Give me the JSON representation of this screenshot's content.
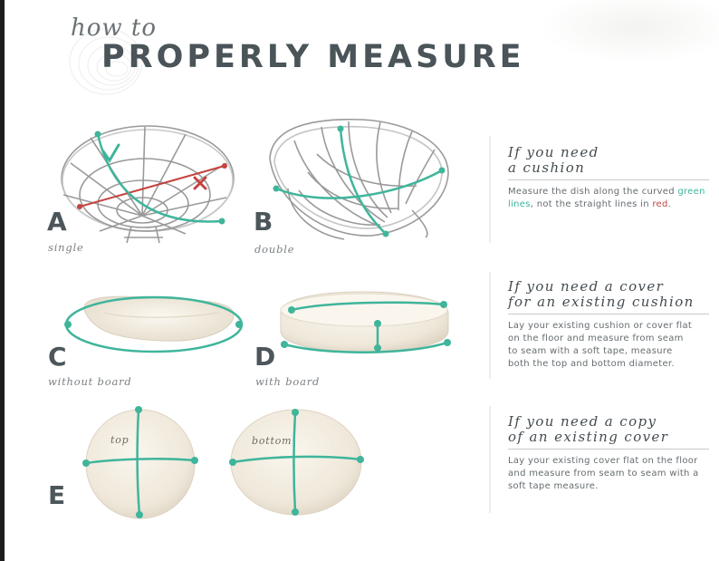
{
  "header": {
    "title_small": "how to",
    "title_big": "PROPERLY MEASURE"
  },
  "figures": [
    {
      "letter": "A",
      "label": "single"
    },
    {
      "letter": "B",
      "label": "double"
    },
    {
      "letter": "C",
      "label": "without board"
    },
    {
      "letter": "D",
      "label": "with board"
    },
    {
      "letter": "E",
      "label_top": "top",
      "label_bottom": "bottom"
    }
  ],
  "instructions": [
    {
      "heading": [
        "If you need",
        "a cushion"
      ],
      "text_before": "Measure the dish along the curved ",
      "text_green": "green lines",
      "text_middle": ", not the straight lines in ",
      "text_red": "red",
      "text_after": "."
    },
    {
      "heading": [
        "If you need a cover",
        "for an existing cushion"
      ],
      "text": "Lay your existing cushion or cover flat on the floor and measure from seam to seam with a soft tape, measure both the top and bottom diameter."
    },
    {
      "heading": [
        "If you need a copy",
        "of an existing cover"
      ],
      "text": "Lay your existing cover flat on the floor and measure from seam to seam with a soft tape measure."
    }
  ],
  "colors": {
    "accent_green": "#3fb59b",
    "accent_red": "#c4433f",
    "title": "#4a5459",
    "cushion": "#f2ece0"
  },
  "icons": [
    "check-mark-icon",
    "cross-mark-icon"
  ]
}
